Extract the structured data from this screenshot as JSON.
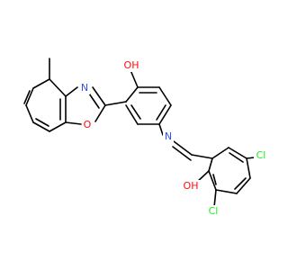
{
  "molecule": {
    "labels": {
      "phenol_oh_top": "OH",
      "oxazole_n": "N",
      "oxazole_o": "O",
      "imine_n": "N",
      "phenol_oh_bottom": "OH",
      "cl_right": "Cl",
      "cl_bottom": "Cl"
    },
    "colors": {
      "carbon": "#000000",
      "nitrogen": "#3050f8",
      "oxygen": "#ff0d0d",
      "chlorine": "#1ff01f"
    }
  }
}
